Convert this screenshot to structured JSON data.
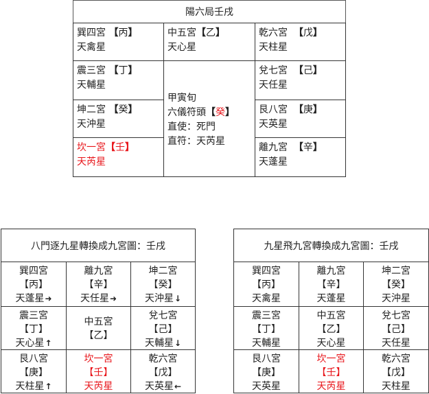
{
  "top_chart": {
    "title": "陽六局壬戌",
    "left_column": [
      {
        "palace": "巽四宮",
        "stem": "丙",
        "star": "天禽星",
        "highlight": false
      },
      {
        "palace": "震三宮",
        "stem": "丁",
        "star": "天輔星",
        "highlight": false
      },
      {
        "palace": "坤二宮",
        "stem": "癸",
        "star": "天沖星",
        "highlight": false
      },
      {
        "palace": "坎一宮",
        "stem": "壬",
        "star": "天芮星",
        "highlight": true
      }
    ],
    "center_top": {
      "palace": "中五宮",
      "stem": "乙",
      "star": "天心星"
    },
    "center_info": {
      "line1": "甲寅旬",
      "line2_prefix": "六儀符頭",
      "line2_stem": "癸",
      "line3": "直使：死門",
      "line4": "直符：天芮星"
    },
    "right_column": [
      {
        "palace": "乾六宮",
        "stem": "戊",
        "star": "天柱星"
      },
      {
        "palace": "兌七宮",
        "stem": "己",
        "star": "天任星"
      },
      {
        "palace": "艮八宮",
        "stem": "庚",
        "star": "天英星"
      },
      {
        "palace": "離九宮",
        "stem": "辛",
        "star": "天蓬星"
      }
    ]
  },
  "grid_left": {
    "title": "八門逐九星轉換成九宮圖：壬戌",
    "cells": [
      {
        "palace": "巽四宮",
        "stem": "【丙】",
        "star": "天蓬星",
        "arrow": "➜",
        "arrow_dir": "right"
      },
      {
        "palace": "離九宮",
        "stem": "【辛】",
        "star": "天任星",
        "arrow": "➜",
        "arrow_dir": "right"
      },
      {
        "palace": "坤二宮",
        "stem": "【癸】",
        "star": "天沖星",
        "arrow": "🡇",
        "arrow_dir": "down"
      },
      {
        "palace": "震三宮",
        "stem": "【丁】",
        "star": "天心星",
        "arrow": "🡅",
        "arrow_dir": "up"
      },
      {
        "palace": "中五宮",
        "stem": "【乙】",
        "star": "",
        "arrow": "",
        "arrow_dir": ""
      },
      {
        "palace": "兌七宮",
        "stem": "【己】",
        "star": "天輔星",
        "arrow": "🡇",
        "arrow_dir": "down"
      },
      {
        "palace": "艮八宮",
        "stem": "【庚】",
        "star": "天柱星",
        "arrow": "🡅",
        "arrow_dir": "up"
      },
      {
        "palace": "坎一宮",
        "stem": "【壬】",
        "star": "天芮星",
        "arrow": "",
        "arrow_dir": "",
        "highlight": true
      },
      {
        "palace": "乾六宮",
        "stem": "【戊】",
        "star": "天英星",
        "arrow": "🡄",
        "arrow_dir": "left"
      }
    ]
  },
  "grid_right": {
    "title": "九星飛九宮轉換成九宮圖：壬戌",
    "cells": [
      {
        "palace": "巽四宮",
        "stem": "【丙】",
        "star": "天禽星"
      },
      {
        "palace": "離九宮",
        "stem": "【辛】",
        "star": "天蓬星"
      },
      {
        "palace": "坤二宮",
        "stem": "【癸】",
        "star": "天沖星"
      },
      {
        "palace": "震三宮",
        "stem": "【丁】",
        "star": "天輔星"
      },
      {
        "palace": "中五宮",
        "stem": "【乙】",
        "star": "天心星"
      },
      {
        "palace": "兌七宮",
        "stem": "【己】",
        "star": "天任星"
      },
      {
        "palace": "艮八宮",
        "stem": "【庚】",
        "star": "天英星"
      },
      {
        "palace": "坎一宮",
        "stem": "【壬】",
        "star": "天芮星",
        "highlight": true
      },
      {
        "palace": "乾六宮",
        "stem": "【戊】",
        "star": "天柱星"
      }
    ]
  },
  "colors": {
    "highlight": "#e8161b",
    "border": "#333333",
    "text": "#222222"
  }
}
